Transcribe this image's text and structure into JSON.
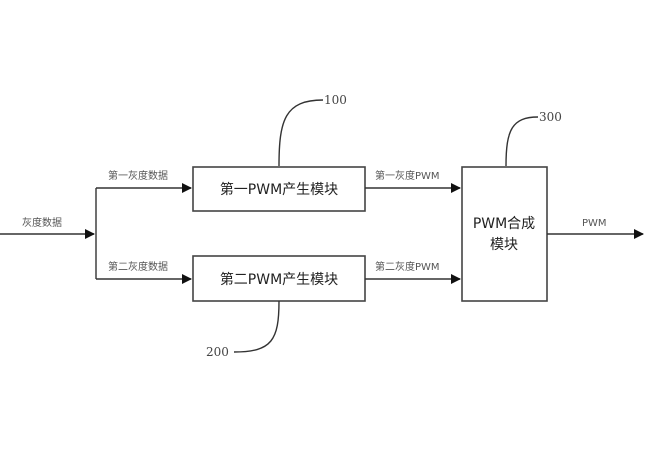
{
  "diagram": {
    "input_label": "灰度数据",
    "branch1_label": "第一灰度数据",
    "branch2_label": "第二灰度数据",
    "module1": {
      "label": "第一PWM产生模块",
      "ref": "100"
    },
    "module2": {
      "label": "第二PWM产生模块",
      "ref": "200"
    },
    "module3": {
      "label_line1": "PWM合成",
      "label_line2": "模块",
      "ref": "300"
    },
    "out1_label": "第一灰度PWM",
    "out2_label": "第二灰度PWM",
    "output_label": "PWM"
  }
}
